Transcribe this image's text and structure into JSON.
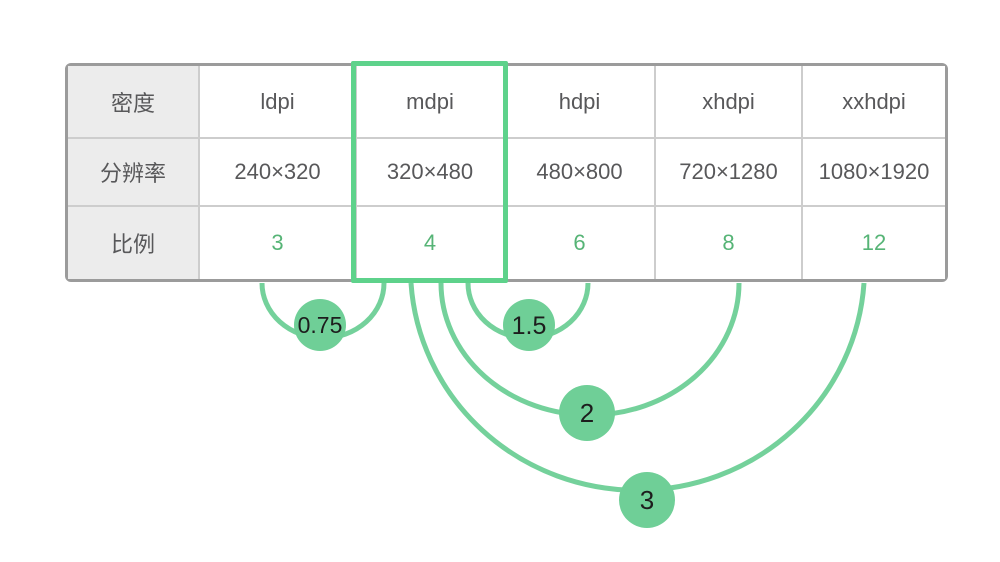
{
  "table": {
    "rows": [
      {
        "label": "密度",
        "cells": [
          "ldpi",
          "mdpi",
          "hdpi",
          "xhdpi",
          "xxhdpi"
        ]
      },
      {
        "label": "分辨率",
        "cells": [
          "240×320",
          "320×480",
          "480×800",
          "720×1280",
          "1080×1920"
        ]
      },
      {
        "label": "比例",
        "cells": [
          "3",
          "4",
          "6",
          "8",
          "12"
        ]
      }
    ],
    "highlighted_column": "mdpi"
  },
  "annotations": [
    {
      "label": "0.75",
      "from": "ldpi",
      "to": "mdpi"
    },
    {
      "label": "1.5",
      "from": "mdpi",
      "to": "hdpi"
    },
    {
      "label": "2",
      "from": "mdpi",
      "to": "xhdpi"
    },
    {
      "label": "3",
      "from": "mdpi",
      "to": "xxhdpi"
    }
  ],
  "colors": {
    "arc_green": "#74d19b",
    "circle_green": "#6fcf97",
    "highlight_green": "#5ed28b",
    "ratio_text_green": "#56b476",
    "outer_border_gray": "#9b9b9b",
    "cell_line_gray": "#cdcdcd",
    "label_column_bg": "#ececec",
    "table_text_gray": "#58585a",
    "bubble_text": "#1d1d1d"
  }
}
